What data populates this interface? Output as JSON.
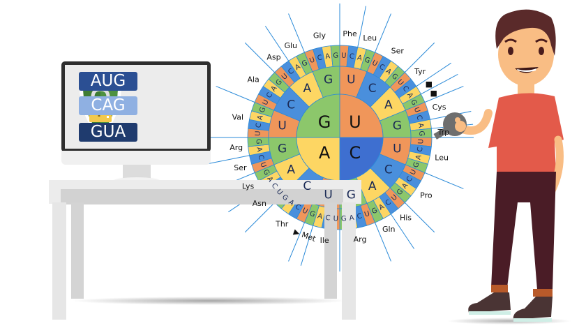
{
  "monitor": {
    "codons": [
      {
        "text": "AUG",
        "color": "#2b4f93"
      },
      {
        "text": "CAG",
        "color": "#8fb0e2"
      },
      {
        "text": "GUA",
        "color": "#1f3b6e"
      }
    ],
    "shield_color": "#3f7d34",
    "lock_color": "#f2c94c"
  },
  "wheel": {
    "colors": {
      "U": "#f0965a",
      "C": "#4a8fdc",
      "A": "#fdd663",
      "G": "#8cc76b",
      "C_inner": "#3e6fd0"
    },
    "line_color": "#2a8ad8",
    "order": [
      "U",
      "C",
      "A",
      "G"
    ],
    "inner_order_clockwise_from_top": [
      "U",
      "C",
      "A",
      "G"
    ],
    "amino_acids": [
      {
        "label": "Phe"
      },
      {
        "label": "Leu"
      },
      {
        "label": "Ser"
      },
      {
        "label": "Tyr"
      },
      {
        "label": "■"
      },
      {
        "label": "■"
      },
      {
        "label": "Cys"
      },
      {
        "label": "Trp"
      },
      {
        "label": "Leu"
      },
      {
        "label": "Pro"
      },
      {
        "label": "His"
      },
      {
        "label": "Gln"
      },
      {
        "label": "Arg"
      },
      {
        "label": "Ile"
      },
      {
        "label": "▶ Met"
      },
      {
        "label": "Thr"
      },
      {
        "label": "Asn"
      },
      {
        "label": "Lys"
      },
      {
        "label": "Ser"
      },
      {
        "label": "Arg"
      },
      {
        "label": "Val"
      },
      {
        "label": "Ala"
      },
      {
        "label": "Asp"
      },
      {
        "label": "Glu"
      },
      {
        "label": "Gly"
      }
    ]
  },
  "person": {
    "shirt_color": "#e35a4a",
    "pants_color": "#4a1c26",
    "skin_color": "#f9bd84",
    "hair_color": "#5a2a2a",
    "key_color": "#6e6e6e"
  }
}
